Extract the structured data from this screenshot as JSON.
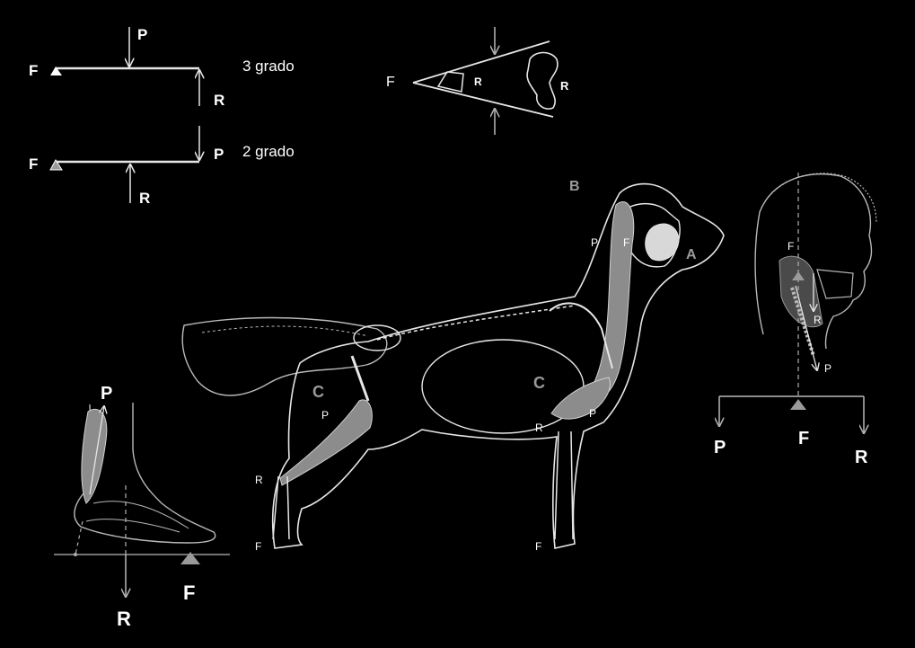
{
  "lever_3": {
    "fulcrum": "F",
    "effort": "P",
    "resistance": "R",
    "title": "3 grado"
  },
  "lever_2": {
    "fulcrum": "F",
    "effort": "P",
    "resistance": "R",
    "title": "2 grado"
  },
  "wedge": {
    "fulcrum": "F",
    "resistance_inner": "R",
    "resistance_outer": "R"
  },
  "dog": {
    "region_b": "B",
    "region_a": "A",
    "region_c_hind": "C",
    "region_c_fore": "C",
    "head_effort": "P",
    "head_fulcrum": "F",
    "hind_effort": "P",
    "hind_resistance": "R",
    "hind_fulcrum": "F",
    "fore_effort": "P",
    "fore_resistance": "R",
    "fore_fulcrum": "F"
  },
  "human_head": {
    "fulcrum": "F",
    "resistance": "R",
    "effort": "P",
    "lever_effort": "P",
    "lever_fulcrum": "F",
    "lever_resistance": "R"
  },
  "foot": {
    "effort": "P",
    "resistance": "R",
    "fulcrum": "F"
  },
  "colors": {
    "background": "#000000",
    "line": "#e6e6e6",
    "muscle": "#8c8c8c",
    "region_label": "#9a9a9a"
  }
}
